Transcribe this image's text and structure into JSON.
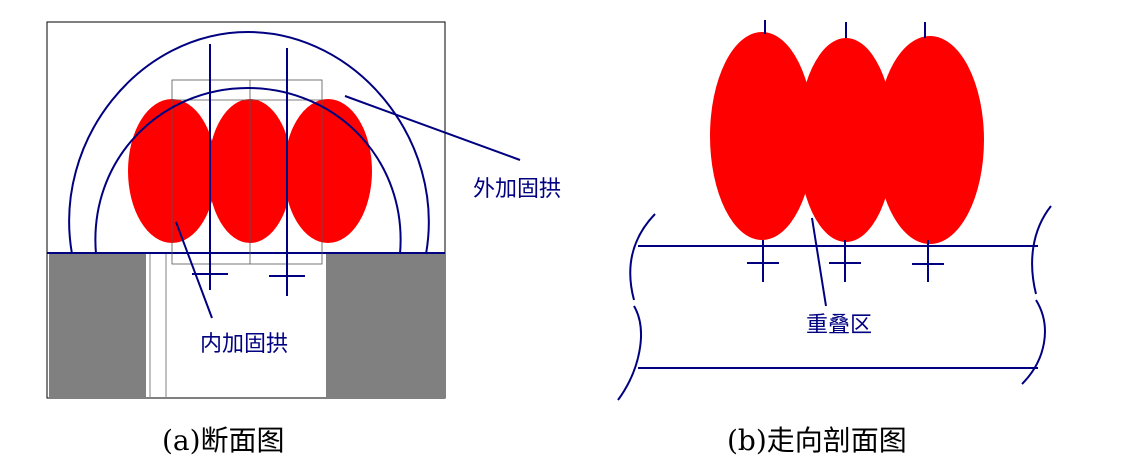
{
  "colors": {
    "ellipse_fill": "#ff0000",
    "line": "#000080",
    "rock": "#808080",
    "text_label": "#000080",
    "caption": "#000000"
  },
  "panel_a": {
    "caption": "(a)断面图",
    "label_outer_arch": "外加固拱",
    "label_inner_arch": "内加固拱"
  },
  "panel_b": {
    "caption": "(b)走向剖面图",
    "label_overlap_zone": "重叠区"
  }
}
